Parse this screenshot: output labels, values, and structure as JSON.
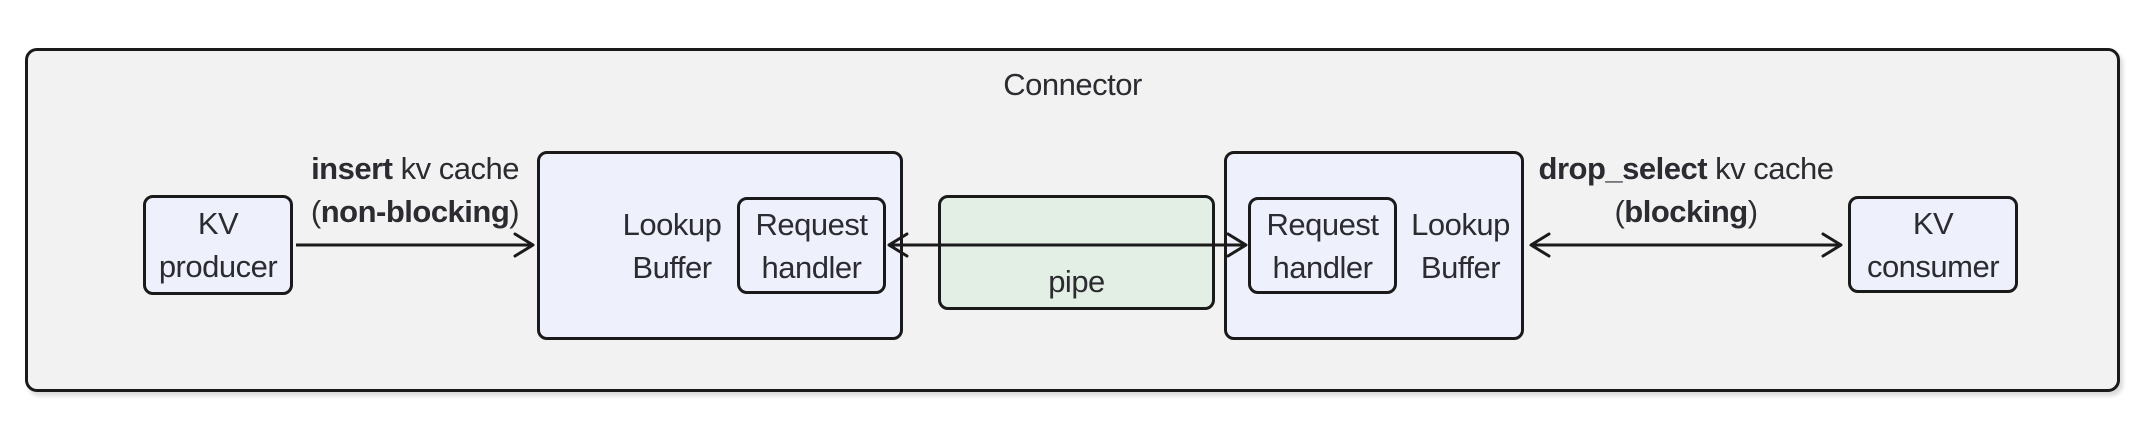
{
  "title": "Connector",
  "nodes": {
    "kv_producer": {
      "line1": "KV",
      "line2": "producer"
    },
    "lookup_buffer_left": {
      "line1": "Lookup",
      "line2": "Buffer"
    },
    "request_handler_left": {
      "line1": "Request",
      "line2": "handler"
    },
    "pipe": {
      "label": "pipe"
    },
    "request_handler_right": {
      "line1": "Request",
      "line2": "handler"
    },
    "lookup_buffer_right": {
      "line1": "Lookup",
      "line2": "Buffer"
    },
    "kv_consumer": {
      "line1": "KV",
      "line2": "consumer"
    }
  },
  "edges": {
    "insert": {
      "line1_bold": "insert",
      "line1_rest": " kv cache",
      "line2_open": "(",
      "line2_bold": "non-blocking",
      "line2_close": ")"
    },
    "drop_select": {
      "line1_bold": "drop_select",
      "line1_rest": " kv cache",
      "line2_open": "(",
      "line2_bold": "blocking",
      "line2_close": ")"
    }
  },
  "colors": {
    "page_bg": "#ffffff",
    "container_fill": "#f2f2f2",
    "node_fill": "#eef1fb",
    "pipe_fill": "#e3efe4",
    "border": "#1a1a1a",
    "text": "#2b2b31"
  }
}
